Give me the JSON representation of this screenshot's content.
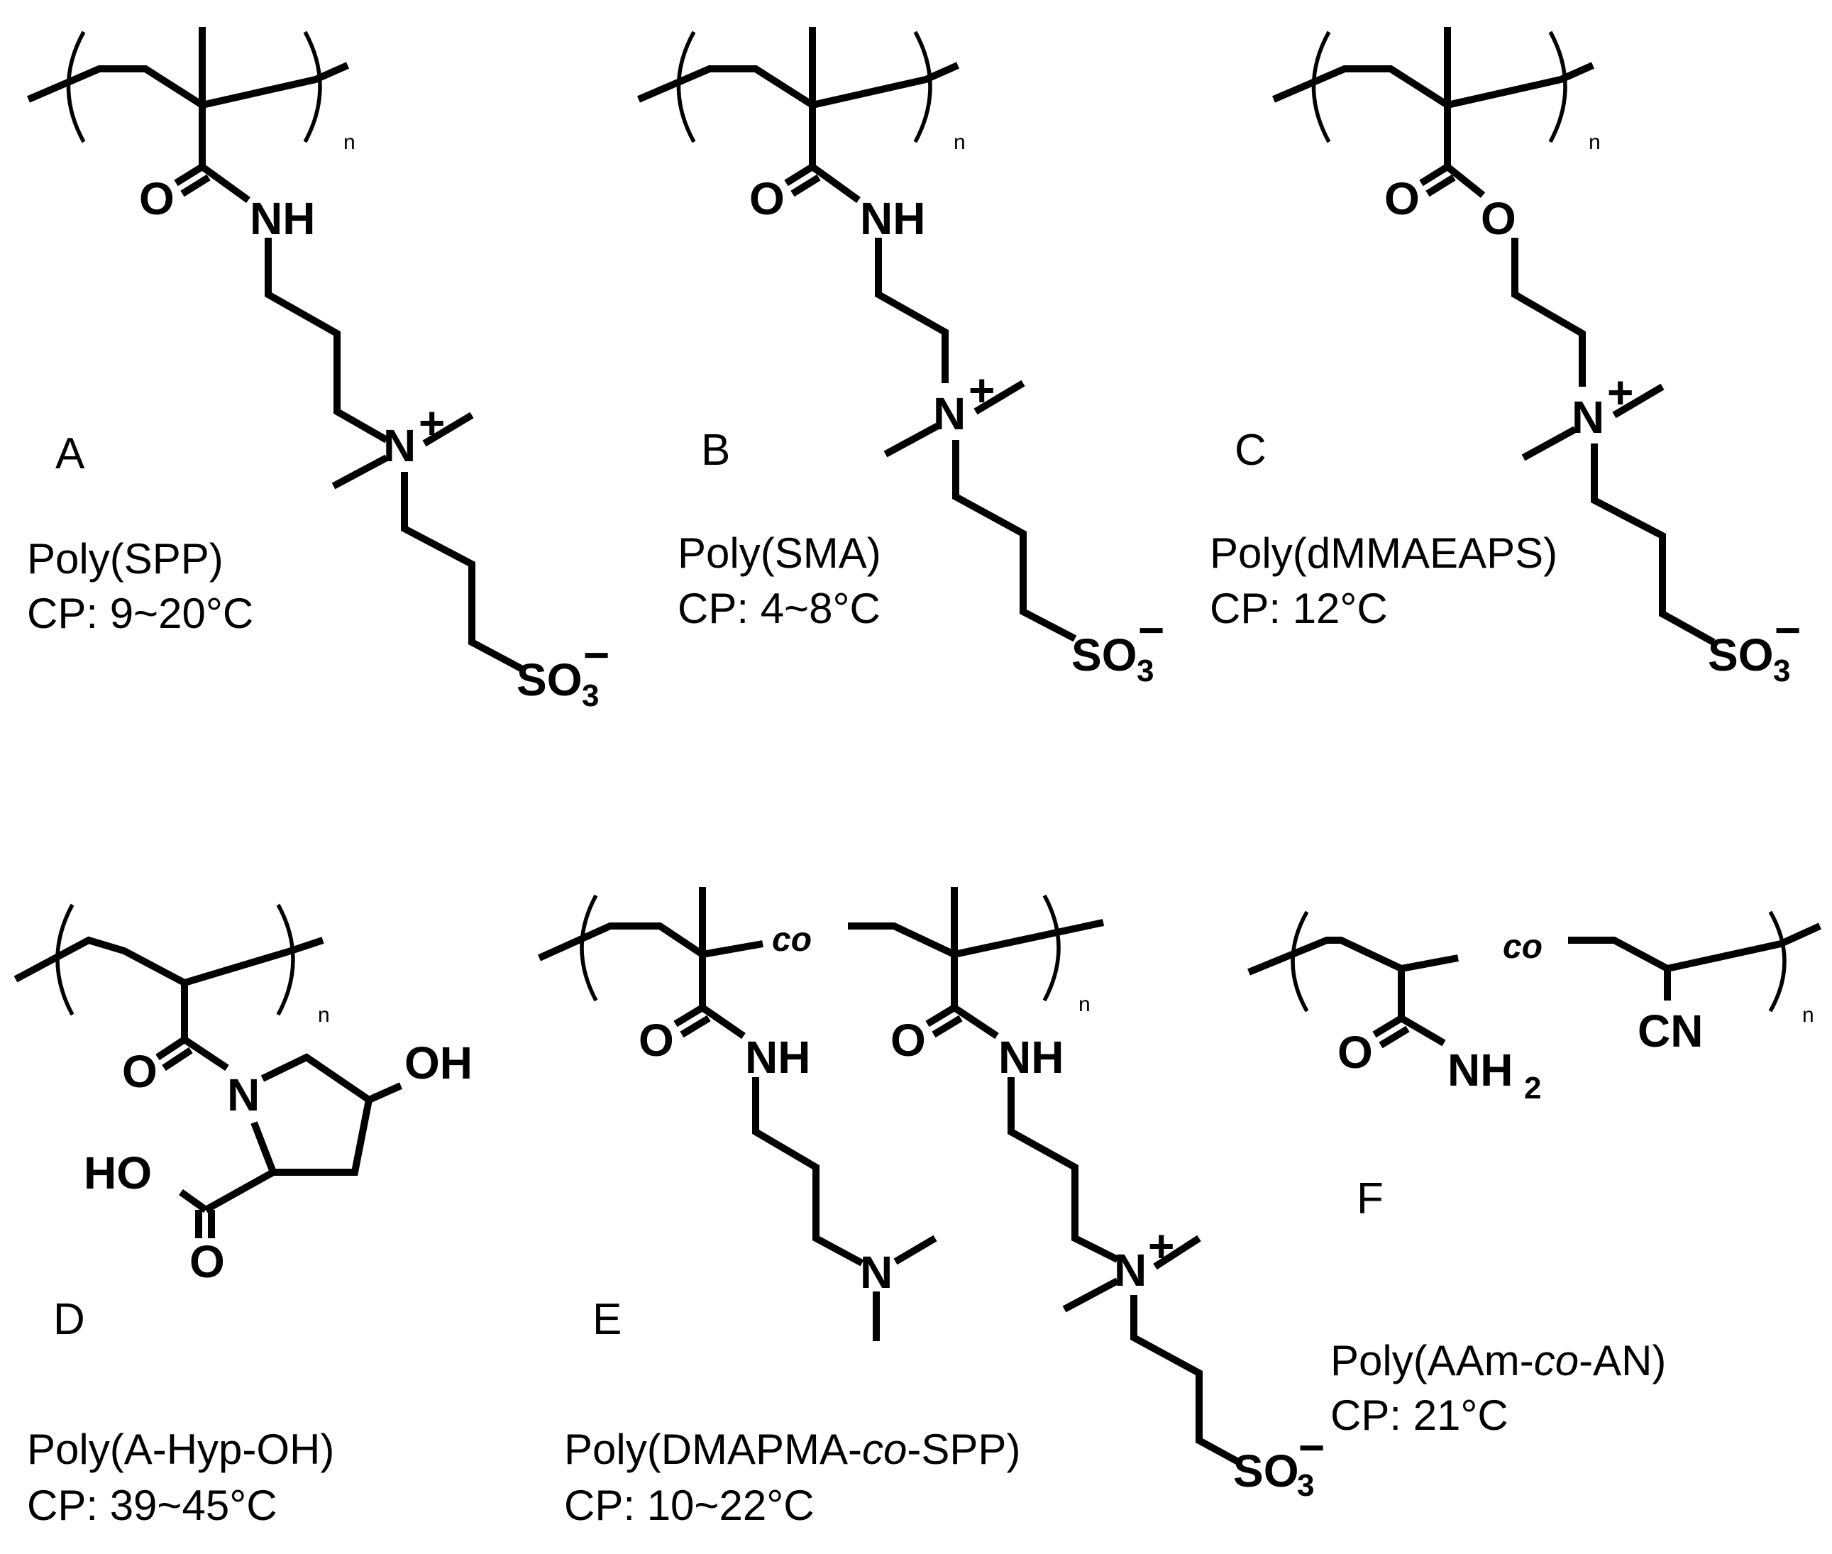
{
  "panels": [
    {
      "id": "A",
      "letter": "A",
      "name": "Poly(SPP)",
      "cp": "CP: 9~20°C"
    },
    {
      "id": "B",
      "letter": "B",
      "name": "Poly(SMA)",
      "cp": "CP: 4~8°C"
    },
    {
      "id": "C",
      "letter": "C",
      "name": "Poly(dMMAEAPS)",
      "cp": "CP: 12°C"
    },
    {
      "id": "D",
      "letter": "D",
      "name": "Poly(A-Hyp-OH)",
      "cp": "CP: 39~45°C"
    },
    {
      "id": "E",
      "letter": "E",
      "name_prefix": "Poly(DMAPMA-",
      "name_italic": "co",
      "name_suffix": "-SPP)",
      "cp": "CP: 10~22°C"
    },
    {
      "id": "F",
      "letter": "F",
      "name_prefix": "Poly(AAm-",
      "name_italic": "co",
      "name_suffix": "-AN)",
      "cp": "CP: 21°C"
    }
  ],
  "labels": {
    "O": "O",
    "N": "N",
    "H": "H",
    "NH": "NH",
    "SO": "SO",
    "OH": "OH",
    "HO": "HO",
    "CN": "CN",
    "sub3": "3",
    "sub2": "2",
    "n": "n",
    "co": "co",
    "plus": "+",
    "minus": "−"
  }
}
